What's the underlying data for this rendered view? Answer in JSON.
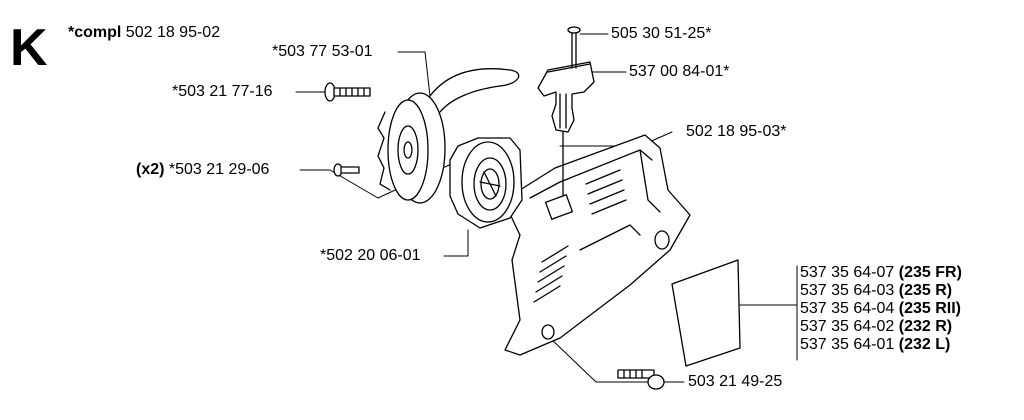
{
  "section_letter": "K",
  "assembly": {
    "prefix": "*compl",
    "number": "502 18 95-02"
  },
  "parts": {
    "pin": "505 30 51-25*",
    "handle": "537 00 84-01*",
    "housing": "502 18 95-03*",
    "pulley": "*503 77 53-01",
    "center_screw": "*503 21 77-16",
    "small_screw_qty": "(x2)",
    "small_screw": "*503 21 29-06",
    "spring_cassette": "*502 20 06-01",
    "mount_screw": "503 21 49-25"
  },
  "variants": [
    {
      "number": "537 35 64-07",
      "model": "(235 FR)"
    },
    {
      "number": "537 35 64-03",
      "model": "(235 R)"
    },
    {
      "number": "537 35 64-04",
      "model": "(235 RII)"
    },
    {
      "number": "537 35 64-02",
      "model": "(232 R)"
    },
    {
      "number": "537 35 64-01",
      "model": "(232 L)"
    }
  ]
}
